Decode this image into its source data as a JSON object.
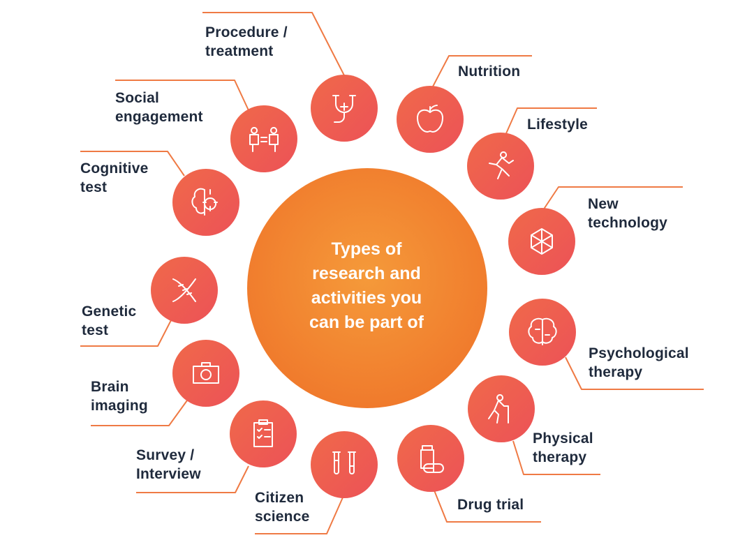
{
  "center": {
    "lines": [
      "Types of",
      "research and",
      "activities you",
      "can be part of"
    ]
  },
  "colors": {
    "circle_orange": "#f07a2c",
    "circle_center_light": "#f59a3a",
    "node_red": "#ee5a52",
    "line_orange": "#f08a3a",
    "text_dark": "#1f2a3c"
  },
  "items": [
    {
      "id": "procedure-treatment",
      "icon": "stethoscope-cross-icon",
      "lines": [
        "Procedure /",
        "treatment"
      ]
    },
    {
      "id": "nutrition",
      "icon": "apple-icon",
      "lines": [
        "Nutrition"
      ]
    },
    {
      "id": "lifestyle",
      "icon": "running-person-icon",
      "lines": [
        "Lifestyle"
      ]
    },
    {
      "id": "new-technology",
      "icon": "molecule-network-icon",
      "lines": [
        "New",
        "technology"
      ]
    },
    {
      "id": "psychological-therapy",
      "icon": "brain-icon",
      "lines": [
        "Psychological",
        "therapy"
      ]
    },
    {
      "id": "physical-therapy",
      "icon": "walking-cane-icon",
      "lines": [
        "Physical",
        "therapy"
      ]
    },
    {
      "id": "drug-trial",
      "icon": "pill-bottle-icon",
      "lines": [
        "Drug trial"
      ]
    },
    {
      "id": "citizen-science",
      "icon": "test-tubes-icon",
      "lines": [
        "Citizen",
        "science"
      ]
    },
    {
      "id": "survey-interview",
      "icon": "clipboard-checklist-icon",
      "lines": [
        "Survey /",
        "Interview"
      ]
    },
    {
      "id": "brain-imaging",
      "icon": "camera-icon",
      "lines": [
        "Brain",
        "imaging"
      ]
    },
    {
      "id": "genetic-test",
      "icon": "dna-icon",
      "lines": [
        "Genetic",
        "test"
      ]
    },
    {
      "id": "cognitive-test",
      "icon": "brain-gear-icon",
      "lines": [
        "Cognitive",
        "test"
      ]
    },
    {
      "id": "social-engagement",
      "icon": "people-exchange-icon",
      "lines": [
        "Social",
        "engagement"
      ]
    }
  ]
}
